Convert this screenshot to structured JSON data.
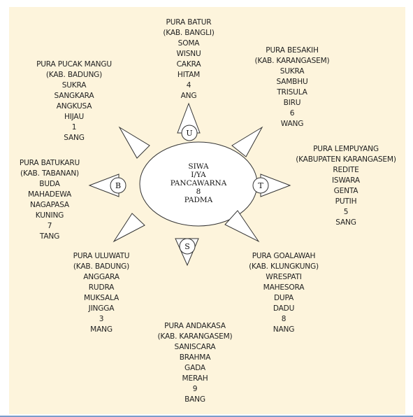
{
  "center": {
    "lines": [
      "SIWA",
      "I/YA",
      "PANCAWARNA",
      "8",
      "PADMA"
    ]
  },
  "directions": {
    "north": "U",
    "east": "T",
    "south": "S",
    "west": "B"
  },
  "temples": {
    "north": [
      "PURA BATUR",
      "(KAB. BANGLI)",
      "SOMA",
      "WISNU",
      "CAKRA",
      "HITAM",
      "4",
      "ANG"
    ],
    "northeast": [
      "PURA BESAKIH",
      "(KAB. KARANGASEM)",
      "SUKRA",
      "SAMBHU",
      "TRISULA",
      "BIRU",
      "6",
      "WANG"
    ],
    "east": [
      "PURA LEMPUYANG",
      "(KABUPATEN KARANGASEM)",
      "REDITE",
      "ISWARA",
      "GENTA",
      "PUTIH",
      "5",
      "SANG"
    ],
    "southeast": [
      "PURA GOALAWAH",
      "(KAB. KLUNGKUNG)",
      "WRESPATI",
      "MAHESORA",
      "DUPA",
      "DADU",
      "8",
      "NANG"
    ],
    "south": [
      "PURA ANDAKASA",
      "(KAB. KARANGASEM)",
      "SANISCARA",
      "BRAHMA",
      "GADA",
      "MERAH",
      "9",
      "BANG"
    ],
    "southwest": [
      "PURA ULUWATU",
      "(KAB. BADUNG)",
      "ANGGARA",
      "RUDRA",
      "MUKSALA",
      "JINGGA",
      "3",
      "MANG"
    ],
    "west": [
      "PURA BATUKARU",
      "(KAB. TABANAN)",
      "BUDA",
      "MAHADEWA",
      "NAGAPASA",
      "KUNING",
      "7",
      "TANG"
    ],
    "northwest": [
      "PURA PUCAK MANGU",
      "(KAB. BADUNG)",
      "SUKRA",
      "SANGKARA",
      "ANGKUSA",
      "HIJAU",
      "1",
      "SANG"
    ]
  },
  "colors": {
    "panel": "#fdf4dc",
    "shape_fill": "#ffffff",
    "stroke": "#333333",
    "bottom_rule": "#7a9ccc"
  }
}
